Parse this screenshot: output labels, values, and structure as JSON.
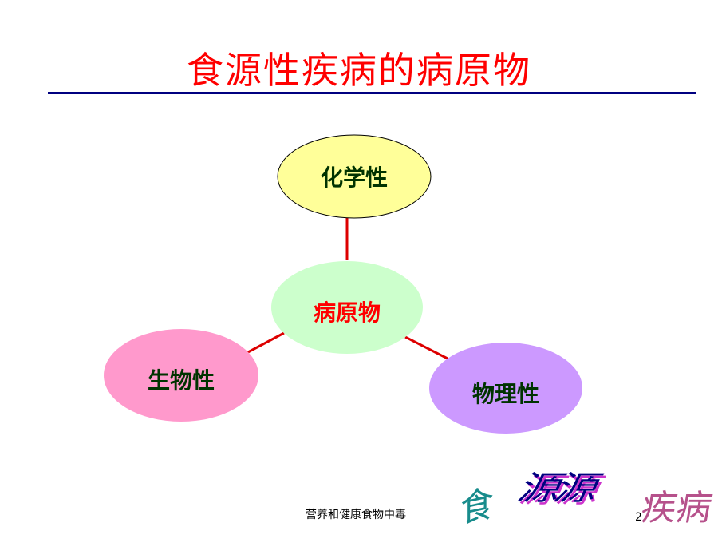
{
  "title": "食源性疾病的病原物",
  "diagram": {
    "center": {
      "label": "病原物",
      "fill": "#ccffcc",
      "text_color": "#ff0000"
    },
    "nodes": [
      {
        "id": "chemical",
        "label": "化学性",
        "fill": "#ffff99",
        "text_color": "#003300"
      },
      {
        "id": "biological",
        "label": "生物性",
        "fill": "#ff99cc",
        "text_color": "#003300"
      },
      {
        "id": "physical",
        "label": "物理性",
        "fill": "#cc99ff",
        "text_color": "#003300"
      }
    ],
    "connector_color": "#dd0000",
    "title_rule_color": "#000080"
  },
  "footer": {
    "text": "营养和健康食物中毒",
    "page": "2"
  },
  "decoration": {
    "glyph_a": "食",
    "glyph_b": "源源",
    "glyph_c": "疾病"
  }
}
